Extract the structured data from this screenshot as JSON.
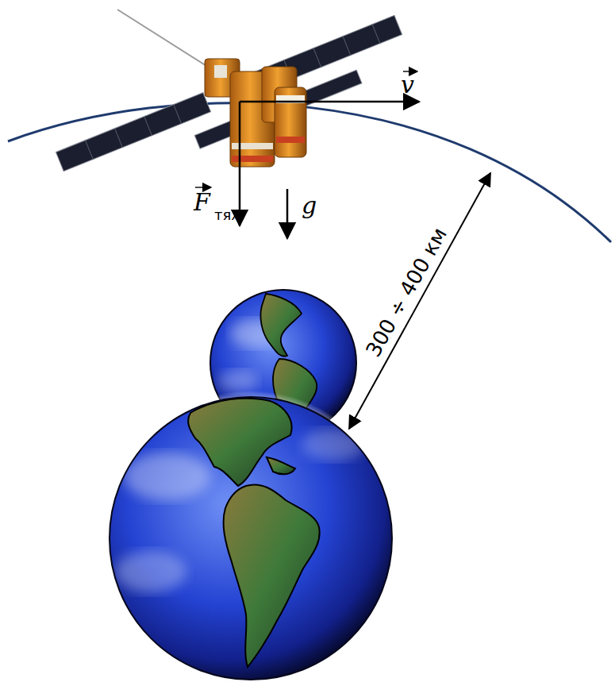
{
  "diagram": {
    "labels": [
      "v",
      "F",
      "тяж",
      "g",
      "300 ÷ 400 км"
    ]
  }
}
